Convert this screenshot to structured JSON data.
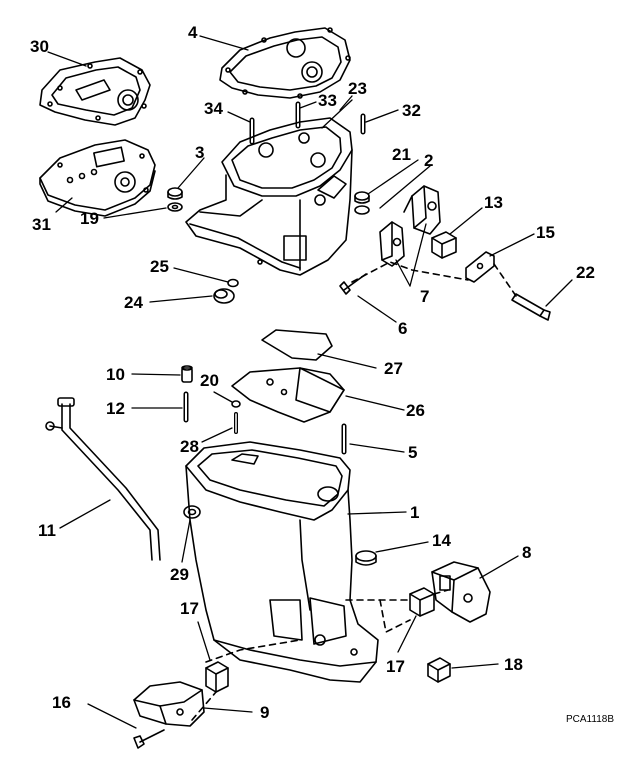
{
  "diagram": {
    "figure_code": "PCA1118B",
    "callouts": {
      "c1": "1",
      "c2": "2",
      "c3": "3",
      "c4": "4",
      "c5": "5",
      "c6": "6",
      "c7": "7",
      "c8": "8",
      "c9": "9",
      "c10": "10",
      "c11": "11",
      "c12": "12",
      "c13": "13",
      "c14": "14",
      "c15": "15",
      "c16": "16",
      "c17a": "17",
      "c17b": "17",
      "c18": "18",
      "c19": "19",
      "c20": "20",
      "c21": "21",
      "c22": "22",
      "c23": "23",
      "c24": "24",
      "c25": "25",
      "c26": "26",
      "c27": "27",
      "c28": "28",
      "c29": "29",
      "c30": "30",
      "c31": "31",
      "c32": "32",
      "c33": "33",
      "c34": "34"
    }
  },
  "colors": {
    "ink": "#000000",
    "paper": "#ffffff",
    "shade": "#555555"
  }
}
